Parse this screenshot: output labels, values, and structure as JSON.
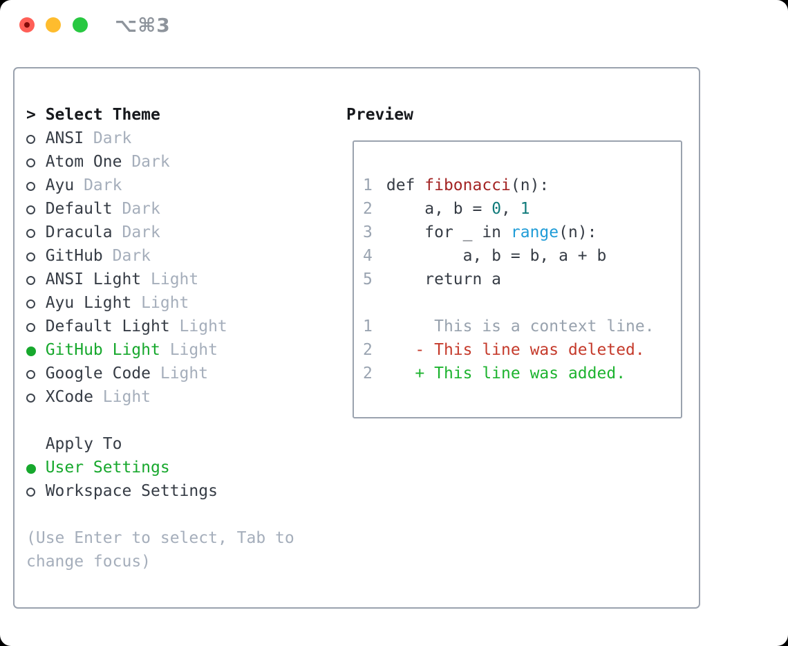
{
  "window": {
    "shortcut": "⌥⌘3"
  },
  "colors": {
    "accent_green": "#17a82d",
    "text_dark": "#363c45",
    "muted_gray": "#a5aebb",
    "line_number_gray": "#9aa4b1",
    "border_gray": "#9aa2ae",
    "function_red": "#a32424",
    "constant_teal": "#0f7a7a",
    "builtin_blue": "#1f9cd7",
    "diff_deleted_red": "#c53b2c",
    "diff_added_green": "#1db32f",
    "traffic_red": "#ff5f57",
    "traffic_yellow": "#febc2e",
    "traffic_green": "#28c841"
  },
  "theme_panel": {
    "title_prefix": ">",
    "title": "Select Theme",
    "items": [
      {
        "name": "ANSI",
        "variant": "Dark",
        "selected": false
      },
      {
        "name": "Atom One",
        "variant": "Dark",
        "selected": false
      },
      {
        "name": "Ayu",
        "variant": "Dark",
        "selected": false
      },
      {
        "name": "Default",
        "variant": "Dark",
        "selected": false
      },
      {
        "name": "Dracula",
        "variant": "Dark",
        "selected": false
      },
      {
        "name": "GitHub",
        "variant": "Dark",
        "selected": false
      },
      {
        "name": "ANSI Light",
        "variant": "Light",
        "selected": false
      },
      {
        "name": "Ayu Light",
        "variant": "Light",
        "selected": false
      },
      {
        "name": "Default Light",
        "variant": "Light",
        "selected": false
      },
      {
        "name": "GitHub Light",
        "variant": "Light",
        "selected": true
      },
      {
        "name": "Google Code",
        "variant": "Light",
        "selected": false
      },
      {
        "name": "XCode",
        "variant": "Light",
        "selected": false
      }
    ],
    "apply_to": {
      "title": "Apply To",
      "options": [
        {
          "label": "User Settings",
          "selected": true
        },
        {
          "label": "Workspace Settings",
          "selected": false
        }
      ]
    },
    "hint_line_1": "(Use Enter to select, Tab to",
    "hint_line_2": "change focus)"
  },
  "preview": {
    "title": "Preview",
    "code_lines": [
      {
        "num": "1",
        "segments": [
          {
            "t": "def ",
            "c": "plain"
          },
          {
            "t": "fibonacci",
            "c": "function"
          },
          {
            "t": "(n):",
            "c": "plain"
          }
        ]
      },
      {
        "num": "2",
        "segments": [
          {
            "t": "    a, b = ",
            "c": "plain"
          },
          {
            "t": "0",
            "c": "constant"
          },
          {
            "t": ", ",
            "c": "plain"
          },
          {
            "t": "1",
            "c": "constant"
          }
        ]
      },
      {
        "num": "3",
        "segments": [
          {
            "t": "    for _ in ",
            "c": "plain"
          },
          {
            "t": "range",
            "c": "builtin"
          },
          {
            "t": "(n):",
            "c": "plain"
          }
        ]
      },
      {
        "num": "4",
        "segments": [
          {
            "t": "        a, b = b, a + b",
            "c": "plain"
          }
        ]
      },
      {
        "num": "5",
        "segments": [
          {
            "t": "    return a",
            "c": "plain"
          }
        ]
      }
    ],
    "diff_lines": [
      {
        "num": "1",
        "text": "     This is a context line.",
        "kind": "context"
      },
      {
        "num": "2",
        "text": "   - This line was deleted.",
        "kind": "deleted"
      },
      {
        "num": "2",
        "text": "   + This line was added.",
        "kind": "added"
      }
    ]
  }
}
